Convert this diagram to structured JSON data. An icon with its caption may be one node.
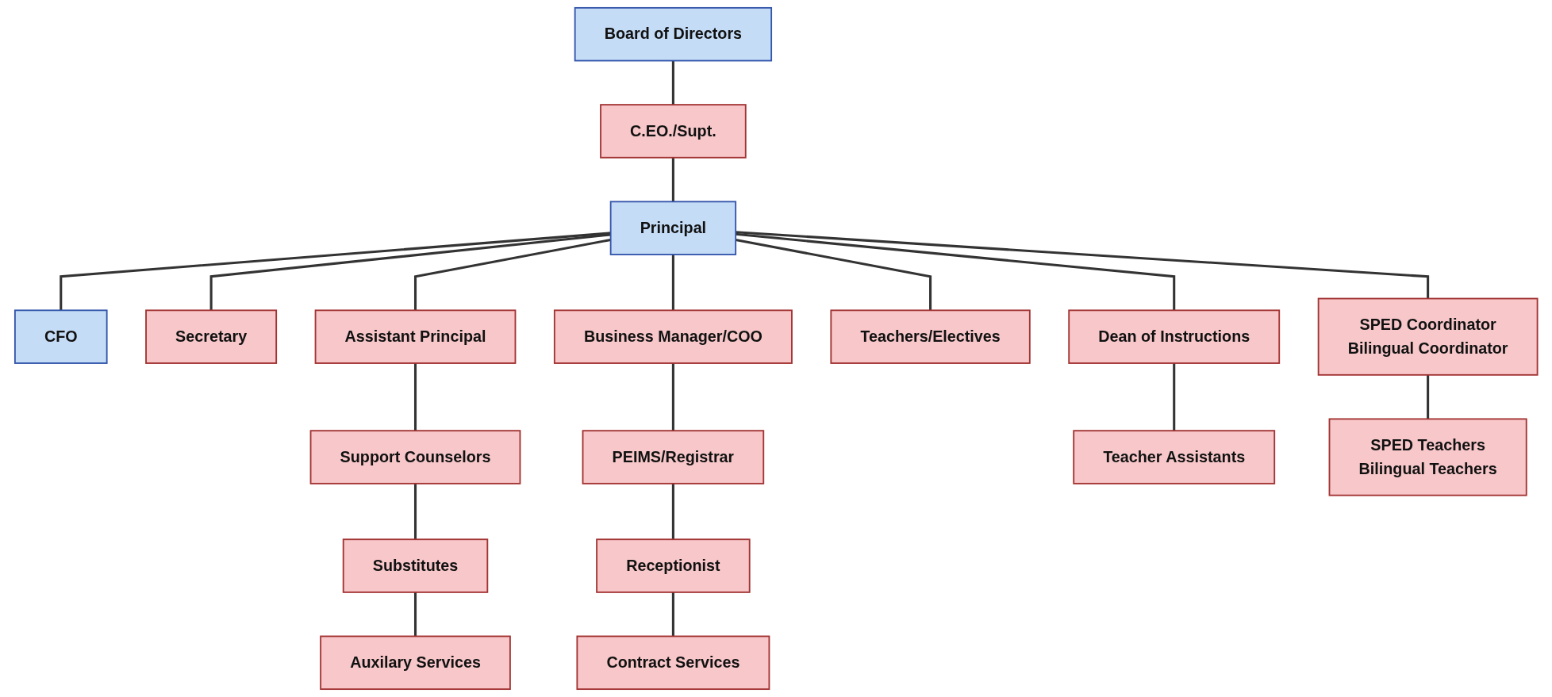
{
  "diagram": {
    "nodes": [
      {
        "text": [
          "Board of Directors"
        ]
      },
      {
        "text": [
          "C.EO./Supt."
        ]
      },
      {
        "text": [
          "CFO"
        ]
      },
      {
        "text": [
          "Principal"
        ]
      },
      {
        "text": [
          "Secretary"
        ]
      },
      {
        "text": [
          "Assistant Principal"
        ]
      },
      {
        "text": [
          "Business Manager/COO"
        ]
      },
      {
        "text": [
          "Teachers/Electives"
        ]
      },
      {
        "text": [
          "Dean of Instructions"
        ]
      },
      {
        "text": [
          "SPED Coordinator",
          "Bilingual Coordinator"
        ]
      },
      {
        "text": [
          "Support Counselors"
        ]
      },
      {
        "text": [
          "Substitutes"
        ]
      },
      {
        "text": [
          "Auxilary Services"
        ]
      },
      {
        "text": [
          "PEIMS/Registrar"
        ]
      },
      {
        "text": [
          "Receptionist"
        ]
      },
      {
        "text": [
          "Contract Services"
        ]
      },
      {
        "text": [
          "Teacher Assistants"
        ]
      },
      {
        "text": [
          "SPED Teachers",
          "Bilingual Teachers"
        ]
      }
    ],
    "edges": [
      {
        "from": 0,
        "to": 1,
        "arrow": "none"
      },
      {
        "from": 1,
        "to": 3,
        "arrow": "none"
      },
      {
        "from": 3,
        "to": 2,
        "arrow": "none"
      },
      {
        "from": 3,
        "to": 4,
        "arrow": "none"
      },
      {
        "from": 3,
        "to": 5,
        "arrow": "none"
      },
      {
        "from": 3,
        "to": 6,
        "arrow": "none"
      },
      {
        "from": 3,
        "to": 7,
        "arrow": "none"
      },
      {
        "from": 3,
        "to": 8,
        "arrow": "none"
      },
      {
        "from": 3,
        "to": 9,
        "arrow": "none"
      },
      {
        "from": 5,
        "to": 10,
        "arrow": "none"
      },
      {
        "from": 10,
        "to": 11,
        "arrow": "none"
      },
      {
        "from": 11,
        "to": 12,
        "arrow": "none"
      },
      {
        "from": 6,
        "to": 13,
        "arrow": "none"
      },
      {
        "from": 13,
        "to": 14,
        "arrow": "none"
      },
      {
        "from": 14,
        "to": 15,
        "arrow": "none"
      },
      {
        "from": 8,
        "to": 16,
        "arrow": "none"
      },
      {
        "from": 9,
        "to": 17,
        "arrow": "none"
      }
    ]
  }
}
